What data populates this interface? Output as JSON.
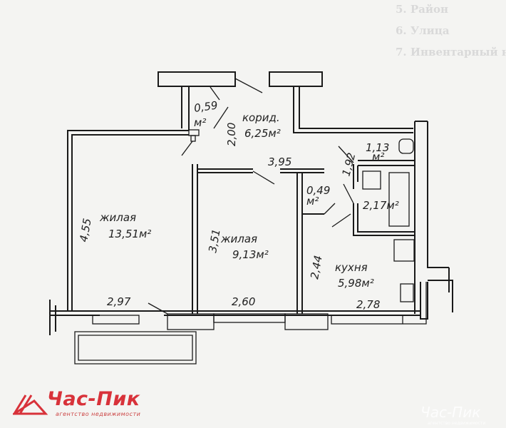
{
  "background_text": [
    "5. Район",
    "6. Улица",
    "7. Инвентарный н"
  ],
  "rooms": {
    "corridor": {
      "name": "корид.",
      "area": "6,25м²",
      "width": "2,00"
    },
    "closet1": {
      "area_value": "0,59",
      "area_unit": "м²"
    },
    "bathroom": {
      "area_value": "1,13",
      "area_unit": "м²",
      "dim": "1,92"
    },
    "closet2": {
      "area_value": "0,49",
      "area_unit": "м²"
    },
    "toilet": {
      "area": "2,17м²"
    },
    "living1": {
      "name": "жилая",
      "area": "13,51м²",
      "length": "4,55",
      "width": "2,97"
    },
    "living2": {
      "name": "жилая",
      "area": "9,13м²",
      "length": "3,51",
      "width": "2,60"
    },
    "kitchen": {
      "name": "кухня",
      "area": "5,98м²",
      "length": "2,44",
      "width": "2,78"
    },
    "hall_dim": "3,95"
  },
  "logo": {
    "name": "Час-Пик",
    "subtitle": "агентство недвижимости",
    "color": "#d8323a"
  },
  "watermark": {
    "name": "Час-Пик",
    "subtitle": "агентство недвижимости"
  }
}
